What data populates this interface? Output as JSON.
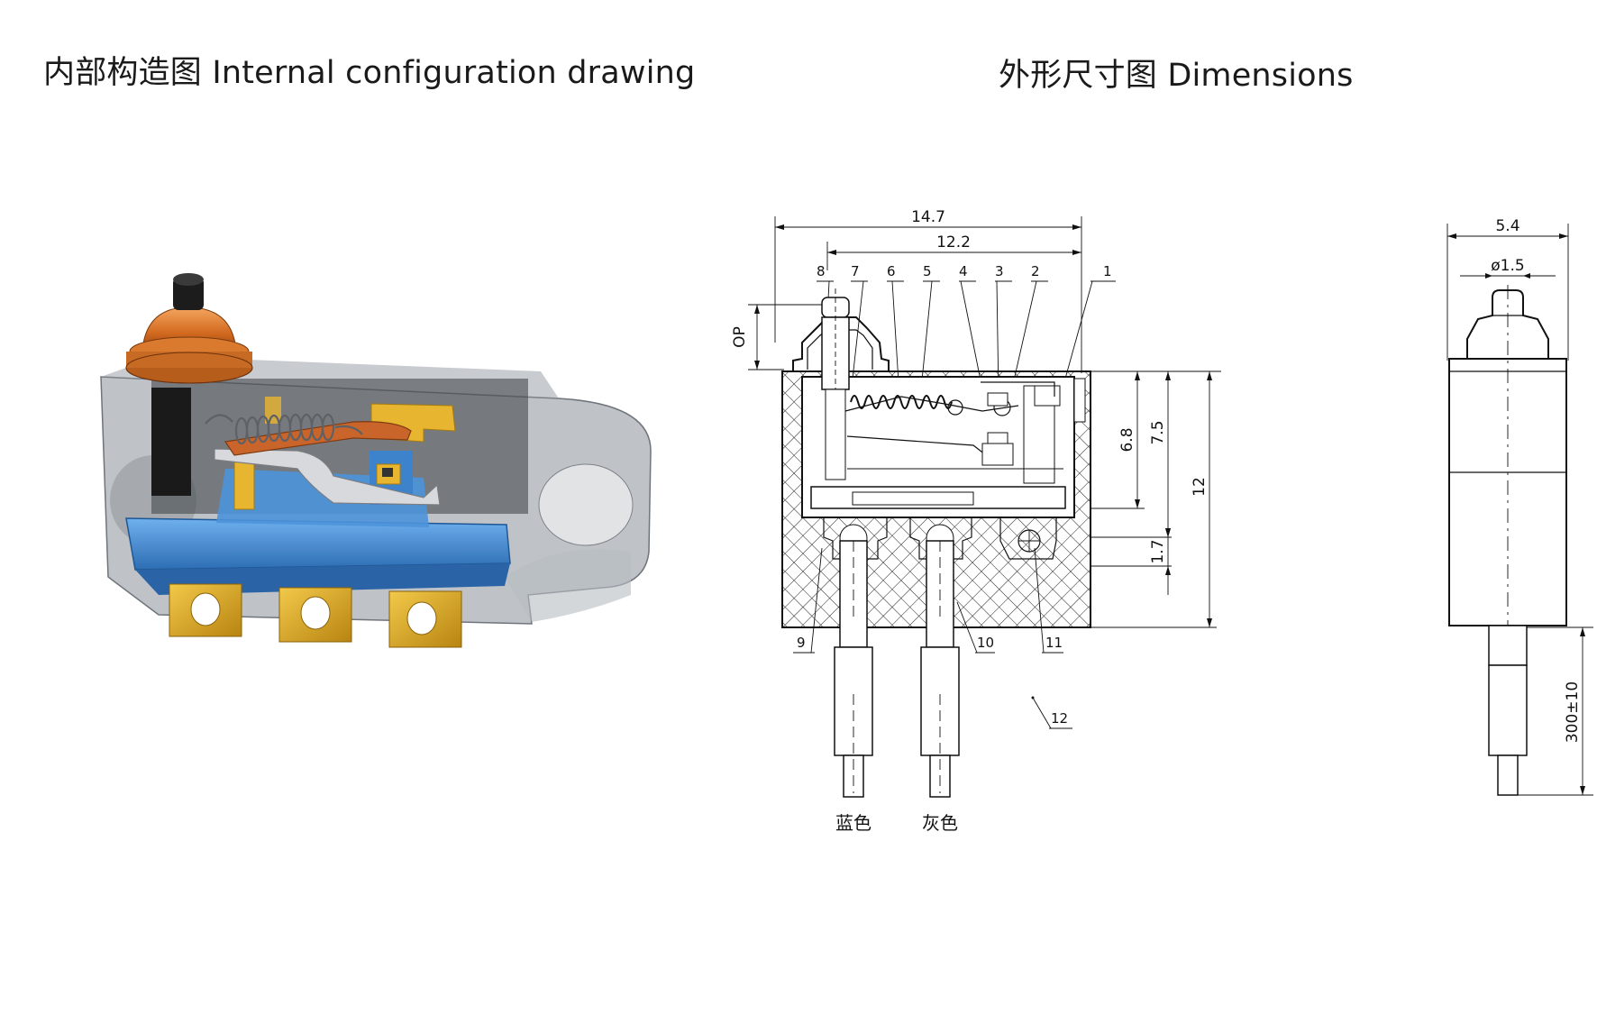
{
  "headings": {
    "left": "内部构造图 Internal configuration drawing",
    "right": "外形尺寸图 Dimensions"
  },
  "dimensions": {
    "overall_width": "14.7",
    "inner_width": "12.2",
    "op": "OP",
    "h1": "6.8",
    "h2": "7.5",
    "height": "12",
    "pin_offset": "1.7",
    "side_width": "5.4",
    "button_dia": "ø1.5",
    "lead_length": "300±10"
  },
  "part_numbers": [
    "1",
    "2",
    "3",
    "4",
    "5",
    "6",
    "7",
    "8",
    "9",
    "10",
    "11",
    "12"
  ],
  "wire_labels": {
    "left": "蓝色",
    "right": "灰色"
  },
  "colors": {
    "housing": "#8a9097",
    "base": "#3f86cf",
    "cap": "#d8782a",
    "plunger": "#1a1a1a",
    "terminal": "#d8a21c",
    "spring": "#b0b0b0",
    "contact": "#c05a22"
  }
}
